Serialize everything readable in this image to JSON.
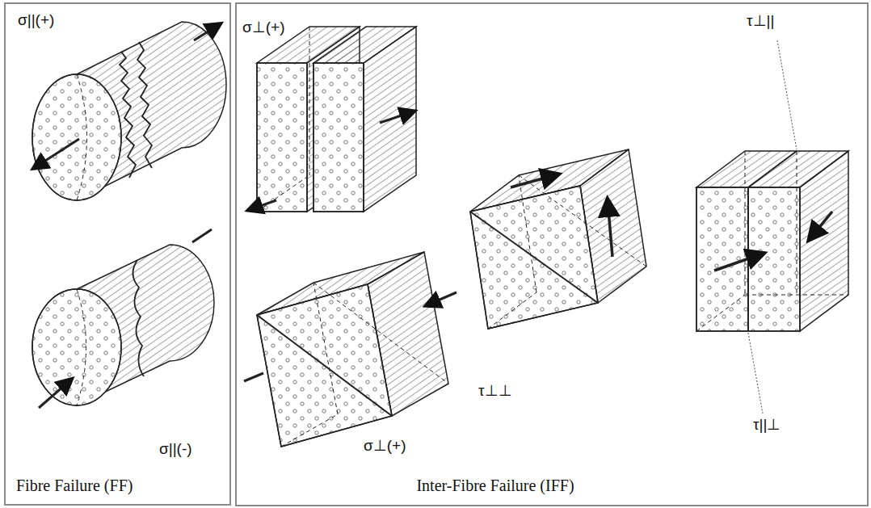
{
  "diagram": {
    "nodes": [
      {
        "text": [
          "Fibre Failure (FF)"
        ]
      },
      {
        "text": [
          "Inter-Fibre Failure (IFF)"
        ]
      }
    ],
    "labels": [
      "σ||(+)",
      "σ||(-)",
      "σ⊥(+)",
      "σ⊥(+)",
      "τ⊥⊥",
      "τ⊥||",
      "τ||⊥"
    ]
  }
}
